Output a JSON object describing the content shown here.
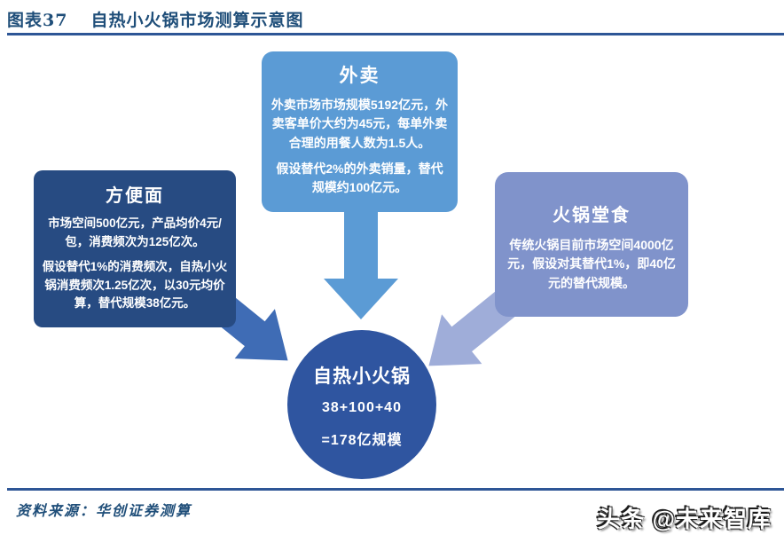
{
  "header": {
    "figure_label": "图表37",
    "title": "自热小火锅市场测算示意图",
    "accent_color": "#2e5696",
    "title_color": "#1f4e79"
  },
  "diagram": {
    "takeout_box": {
      "title": "外卖",
      "para1": "外卖市场市场规模5192亿元，外卖客单价大约为45元，每单外卖合理的用餐人数为1.5人。",
      "para2": "假设替代2%的外卖销量，替代规模约100亿元。",
      "color": "#5b9bd5"
    },
    "noodles_box": {
      "title": "方便面",
      "para1": "市场空间500亿元，产品均价4元/包，消费频次为125亿次。",
      "para2": "假设替代1%的消费频次，自热小火锅消费频次1.25亿次，以30元均价算，替代规模38亿元。",
      "color": "#274b82"
    },
    "hotpot_box": {
      "title": "火锅堂食",
      "para1": "传统火锅目前市场空间4000亿元，假设对其替代1%，即40亿元的替代规模。",
      "color": "#8093cb"
    },
    "center_circle": {
      "title": "自热小火锅",
      "line1": "38+100+40",
      "line2": "=178亿规模",
      "color": "#2f55a0"
    },
    "arrows": {
      "left": {
        "color": "#3f6cb5"
      },
      "center": {
        "color": "#5b9bd5"
      },
      "right": {
        "color": "#9fadd9"
      }
    }
  },
  "footer": {
    "source": "资料来源：华创证券测算",
    "watermark": "头条 @未来智库"
  }
}
